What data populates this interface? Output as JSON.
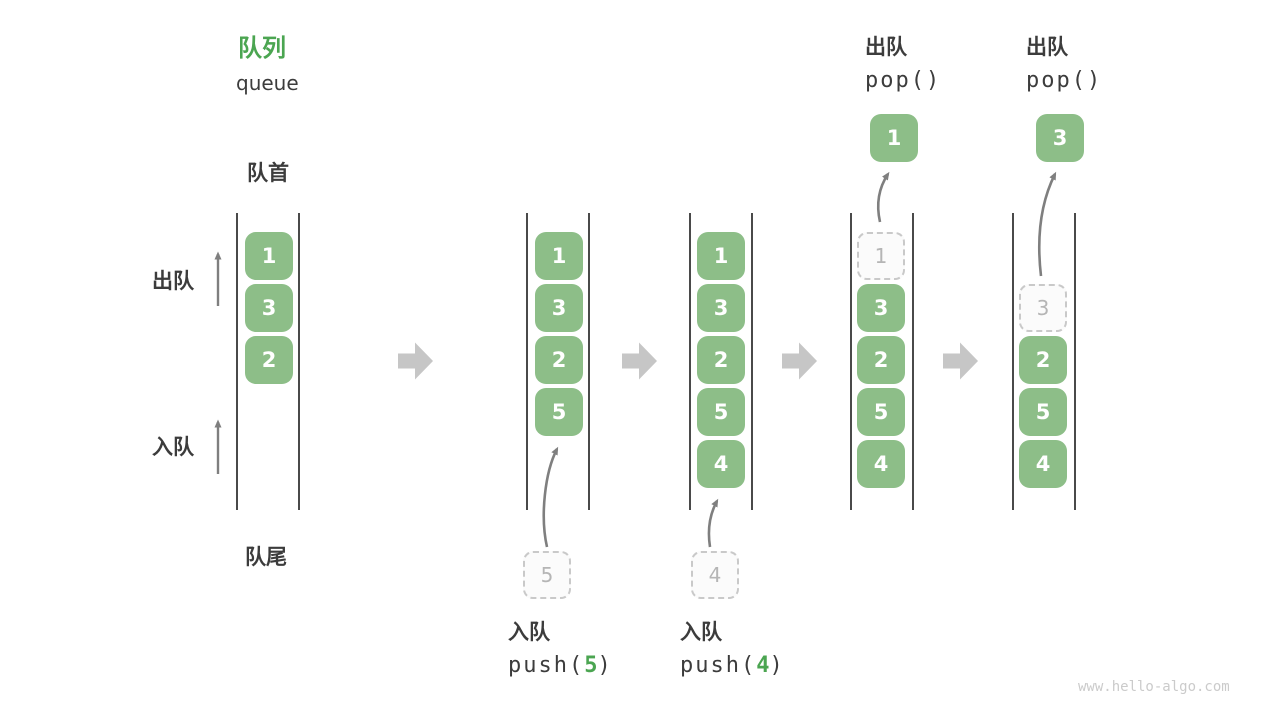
{
  "title": {
    "zh": "队列",
    "en": "queue"
  },
  "labels": {
    "front": "队首",
    "rear": "队尾",
    "dequeue": "出队",
    "enqueue": "入队"
  },
  "operations": {
    "push5": {
      "name": "入队",
      "fn": "push(",
      "arg": "5",
      "close": ")"
    },
    "push4": {
      "name": "入队",
      "fn": "push(",
      "arg": "4",
      "close": ")"
    },
    "pop1": {
      "name": "出队",
      "fn": "pop()"
    },
    "pop2": {
      "name": "出队",
      "fn": "pop()"
    }
  },
  "states": [
    {
      "cells": [
        "1",
        "3",
        "2"
      ]
    },
    {
      "cells": [
        "1",
        "3",
        "2",
        "5"
      ],
      "staged": "5"
    },
    {
      "cells": [
        "1",
        "3",
        "2",
        "5",
        "4"
      ],
      "staged": "4"
    },
    {
      "popped": "1",
      "removed": "1",
      "cells": [
        "3",
        "2",
        "5",
        "4"
      ]
    },
    {
      "popped": "3",
      "removed": "3",
      "cells": [
        "2",
        "5",
        "4"
      ]
    }
  ],
  "watermark": "www.hello-algo.com",
  "colors": {
    "box_green": "#8dbe88",
    "accent_green": "#4ba551",
    "text_dark": "#3c3c3c",
    "arrow_gray": "#7f7f7f",
    "big_arrow_gray": "#c6c6c6",
    "dashed_border": "#c9c9c9"
  }
}
